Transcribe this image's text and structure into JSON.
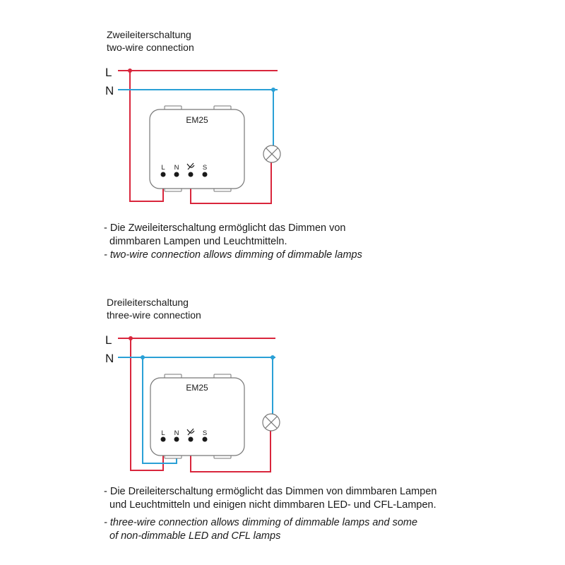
{
  "colors": {
    "live": "#d9263c",
    "neutral": "#2aa0d6",
    "outline": "#777777",
    "text": "#1a1a1a"
  },
  "diagrams": [
    {
      "title_de": "Zweileiterschaltung",
      "title_en": "two-wire connection",
      "rail_l": "L",
      "rail_n": "N",
      "module_label": "EM25",
      "terminals": [
        "L",
        "N",
        "dimmer-symbol",
        "S"
      ],
      "lamp_icon": "lamp-icon",
      "description": [
        {
          "text": "- Die Zweileiterschaltung ermöglicht das Dimmen von",
          "italic": false
        },
        {
          "text": "  dimmbaren Lampen und Leuchtmitteln.",
          "italic": false
        },
        {
          "text": "- two-wire connection allows dimming of dimmable lamps",
          "italic": true
        }
      ]
    },
    {
      "title_de": "Dreileiterschaltung",
      "title_en": "three-wire connection",
      "rail_l": "L",
      "rail_n": "N",
      "module_label": "EM25",
      "terminals": [
        "L",
        "N",
        "dimmer-symbol",
        "S"
      ],
      "lamp_icon": "lamp-icon",
      "description": [
        {
          "text": "- Die Dreileiterschaltung ermöglicht das Dimmen von dimmbaren Lampen",
          "italic": false
        },
        {
          "text": "  und Leuchtmitteln und einigen nicht dimmbaren LED- und CFL-Lampen.",
          "italic": false
        },
        {
          "text": "- three-wire connection allows dimming of dimmable lamps and some",
          "italic": true
        },
        {
          "text": "  of non-dimmable LED and CFL lamps",
          "italic": true
        }
      ]
    }
  ]
}
